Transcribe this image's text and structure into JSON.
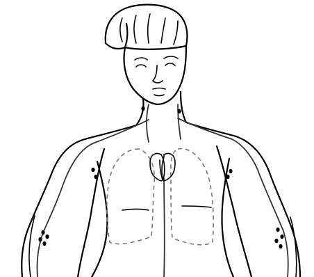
{
  "figure": {
    "subject": "human-upper-body-outline",
    "colors": {
      "ink": "#000000",
      "vessel": "#333333",
      "lung_dashes": "#777777",
      "background": "#ffffff"
    },
    "node_groups": [
      "neck-left",
      "neck-right",
      "axilla-left",
      "axilla-right",
      "elbow-left",
      "elbow-right"
    ]
  }
}
